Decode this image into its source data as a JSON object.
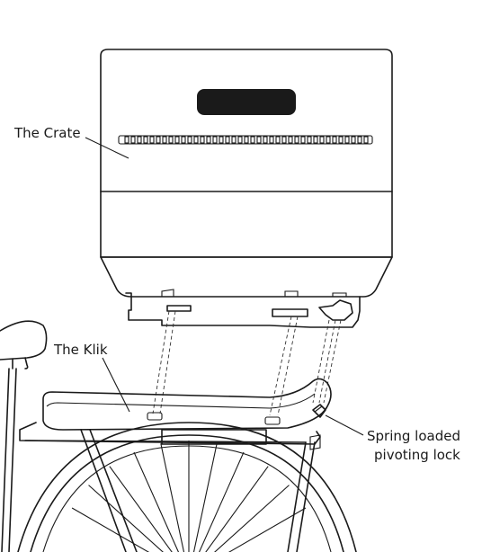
{
  "labels": {
    "crate": "The Crate",
    "klik": "The Klik",
    "lock_line1": "Spring loaded",
    "lock_line2": "pivoting lock"
  },
  "colors": {
    "stroke": "#1a1a1a",
    "handle_fill": "#1a1a1a",
    "background": "#ffffff"
  }
}
